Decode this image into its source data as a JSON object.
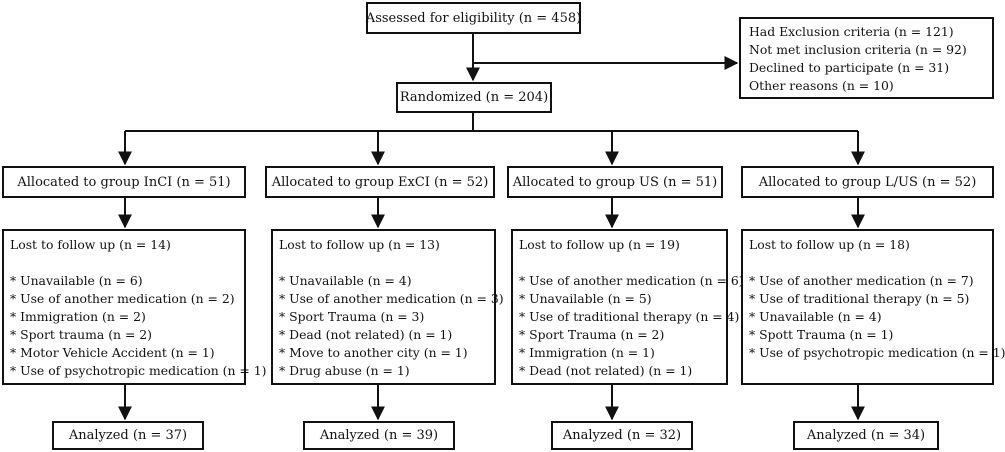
{
  "assessed": "Assessed for eligibility (n = 458)",
  "exclusions": [
    "Had Exclusion criteria (n = 121)",
    "Not met inclusion criteria (n = 92)",
    "Declined to participate (n = 31)",
    "Other reasons (n = 10)"
  ],
  "randomized": "Randomized (n = 204)",
  "groups": [
    {
      "allocated": "Allocated to group InCI (n = 51)",
      "lost_title": "Lost to follow up (n = 14)",
      "reasons": [
        "* Unavailable (n = 6)",
        "* Use of another medication (n = 2)",
        "* Immigration (n = 2)",
        "* Sport trauma (n = 2)",
        "* Motor Vehicle Accident (n = 1)",
        "* Use of psychotropic medication (n = 1)"
      ],
      "analyzed": "Analyzed (n = 37)"
    },
    {
      "allocated": "Allocated to group ExCI (n = 52)",
      "lost_title": "Lost to follow up (n = 13)",
      "reasons": [
        "* Unavailable (n = 4)",
        "* Use of another medication (n = 3)",
        "* Sport Trauma (n = 3)",
        "* Dead (not related) (n = 1)",
        "* Move to another city (n = 1)",
        "* Drug abuse (n = 1)"
      ],
      "analyzed": "Analyzed (n = 39)"
    },
    {
      "allocated": "Allocated to group US (n = 51)",
      "lost_title": "Lost to follow up (n = 19)",
      "reasons": [
        "* Use of another medication (n = 6)",
        "* Unavailable (n = 5)",
        "* Use of traditional therapy (n = 4)",
        "* Sport Trauma (n = 2)",
        "* Immigration (n = 1)",
        "* Dead (not related) (n = 1)"
      ],
      "analyzed": "Analyzed (n = 32)"
    },
    {
      "allocated": "Allocated to group L/US (n = 52)",
      "lost_title": "Lost to follow up (n = 18)",
      "reasons": [
        "* Use of another medication (n = 7)",
        "* Use of traditional therapy (n = 5)",
        "* Unavailable (n = 4)",
        "* Spott Trauma (n = 1)",
        "* Use of psychotropic medication (n = 1)"
      ],
      "analyzed": "Analyzed (n = 34)"
    }
  ]
}
